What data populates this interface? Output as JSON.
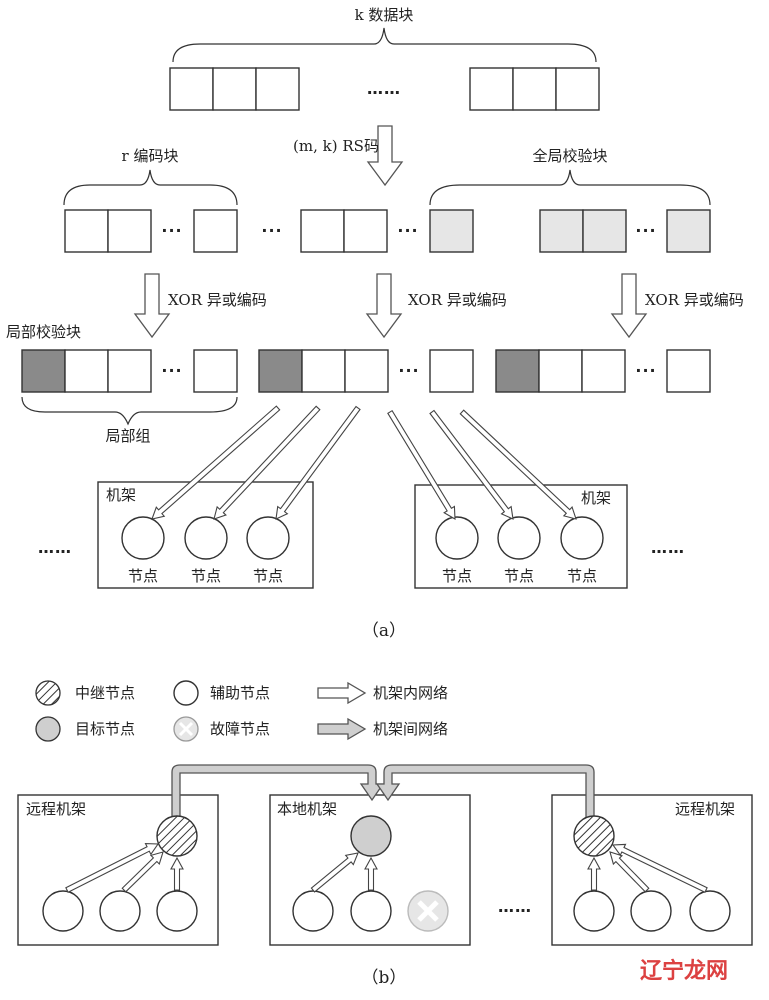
{
  "figure_a": {
    "k_blocks_label": "k 数据块",
    "rs_label": "(m, k) RS码",
    "r_blocks_label": "r 编码块",
    "global_parity_label": "全局校验块",
    "xor_label_1": "XOR 异或编码",
    "xor_label_2": "XOR 异或编码",
    "xor_label_3": "XOR 异或编码",
    "local_parity_label": "局部校验块",
    "local_group_label": "局部组",
    "rack_left_label": "机架",
    "rack_right_label": "机架",
    "node_labels": [
      "节点",
      "节点",
      "节点",
      "节点",
      "节点",
      "节点"
    ],
    "ellipsis": "……",
    "short_ellipsis": "···",
    "caption": "（a）"
  },
  "figure_b": {
    "legend": {
      "relay_node": "中继节点",
      "helper_node": "辅助节点",
      "intra_rack_network": "机架内网络",
      "target_node": "目标节点",
      "failed_node": "故障节点",
      "inter_rack_network": "机架间网络"
    },
    "remote_rack_left": "远程机架",
    "local_rack": "本地机架",
    "remote_rack_right": "远程机架",
    "ellipsis": "……",
    "caption": "（b）"
  },
  "watermark": "辽宁龙网",
  "colors": {
    "dark_parity": "#8a8a8a",
    "light_parity": "#e6e6e6",
    "target_node": "#cfcfcf",
    "watermark": "#d62020"
  }
}
